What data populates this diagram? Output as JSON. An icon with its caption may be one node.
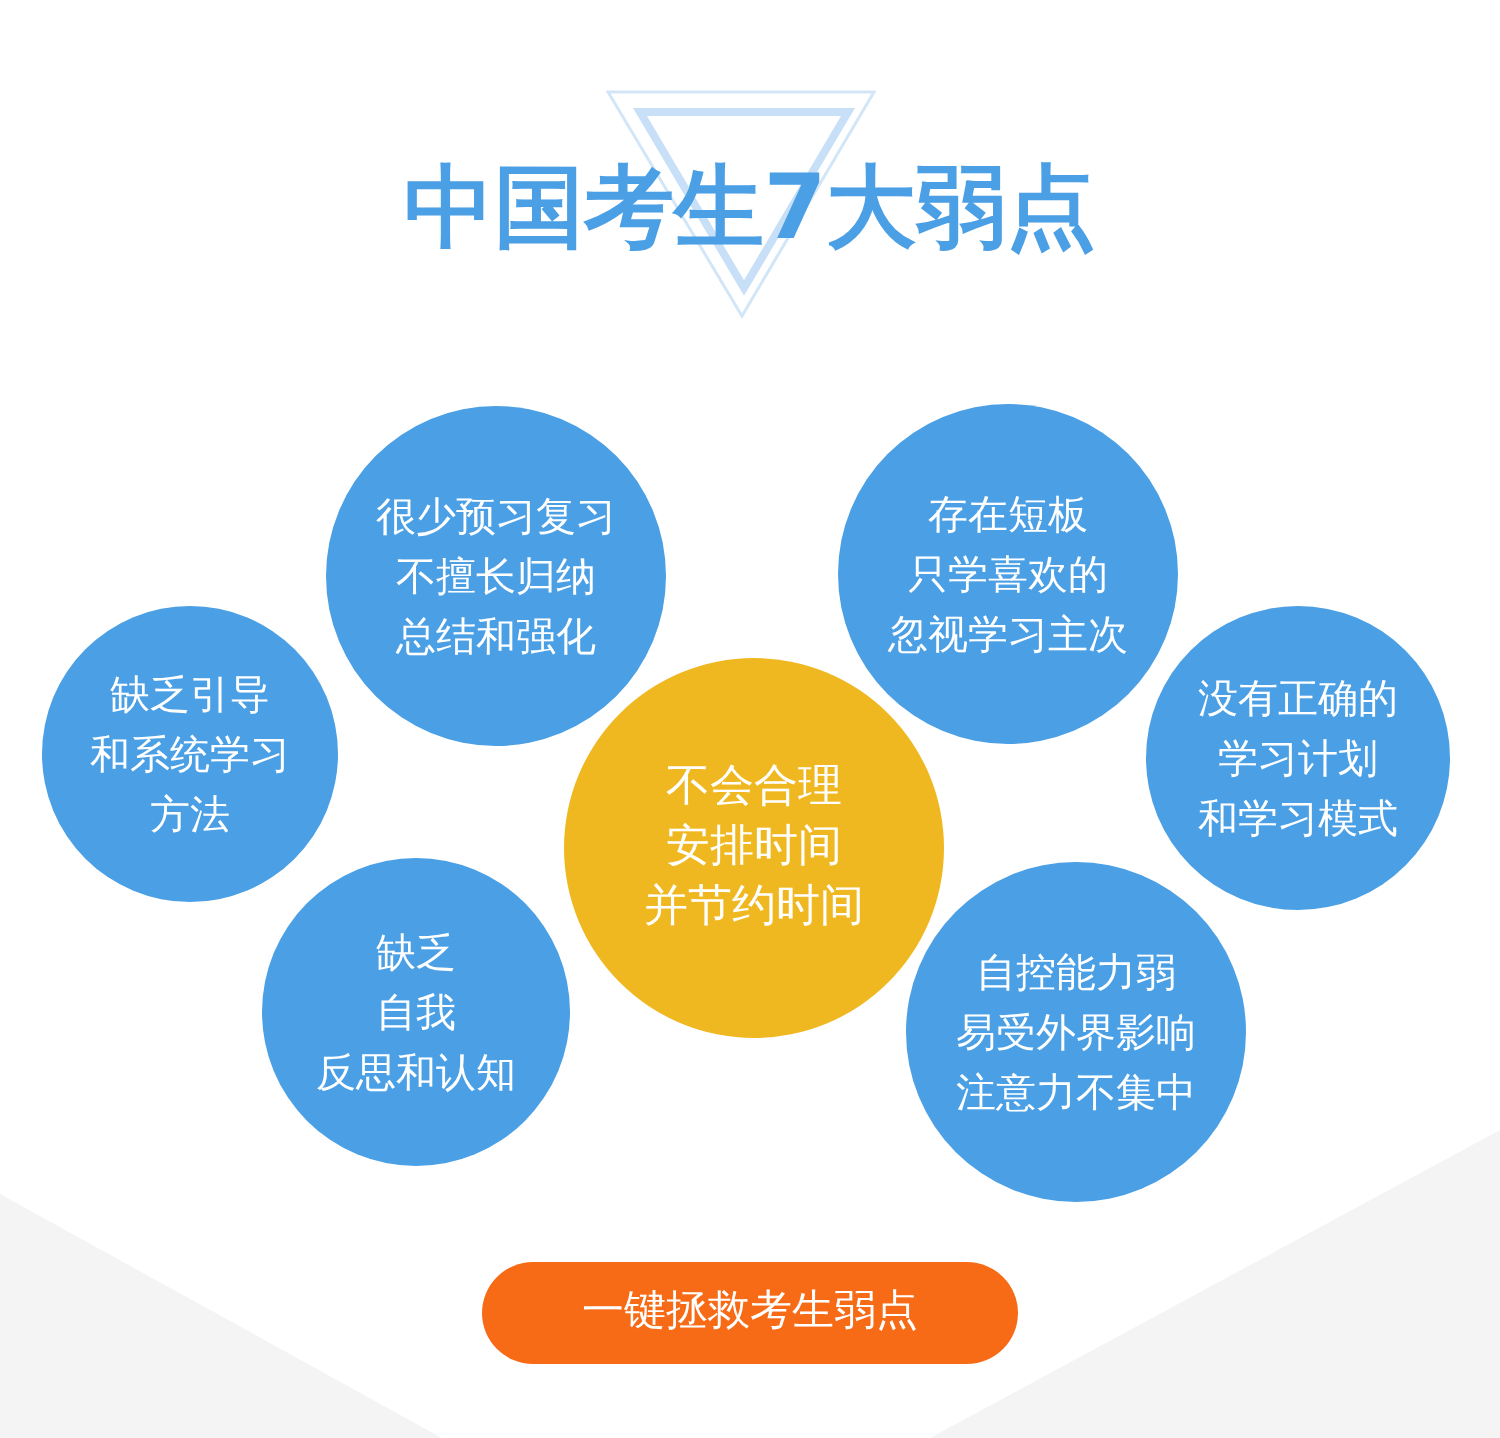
{
  "diagram": {
    "title": "中国考生**7**大**弱**点",
    "nodes": [
      {
        "text": [
          "很少预习复习不擅长归纳总结和强化"
        ]
      },
      {
        "text": [
          "存在短板只学喜欢的忽视学习主次"
        ]
      },
      {
        "text": [
          "缺乏引导和系统学习方法"
        ]
      },
      {
        "text": [
          "不会合理安排时间并节约时间"
        ]
      },
      {
        "text": [
          "没有正确的学习计划和学习模式"
        ]
      },
      {
        "text": [
          "缺乏自我反思和认知"
        ]
      },
      {
        "text": [
          "自控能力弱易受外界影响注意力不集中"
        ]
      },
      {
        "text": [
          "一键拯救考生弱点"
        ]
      }
    ]
  }
}
